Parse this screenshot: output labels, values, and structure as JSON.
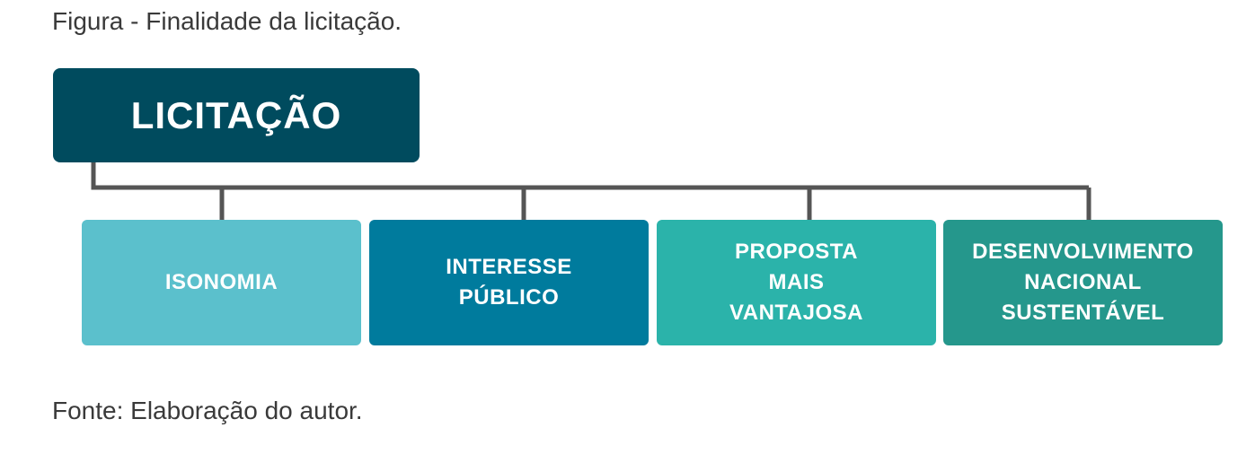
{
  "figure_caption": "Figura  - Finalidade da licitação.",
  "source_caption": "Fonte: Elaboração do autor.",
  "root": {
    "label": "LICITAÇÃO",
    "color": "#004b5e"
  },
  "connector_color": "#555555",
  "children": [
    {
      "label": "ISONOMIA",
      "color": "#5bc0cc"
    },
    {
      "label": "INTERESSE\nPÚBLICO",
      "color": "#007b9d"
    },
    {
      "label": "PROPOSTA\nMAIS\nVANTAJOSA",
      "color": "#2bb3aa"
    },
    {
      "label": "DESENVOLVIMENTO\nNACIONAL\nSUSTENTÁVEL",
      "color": "#25978c"
    }
  ]
}
